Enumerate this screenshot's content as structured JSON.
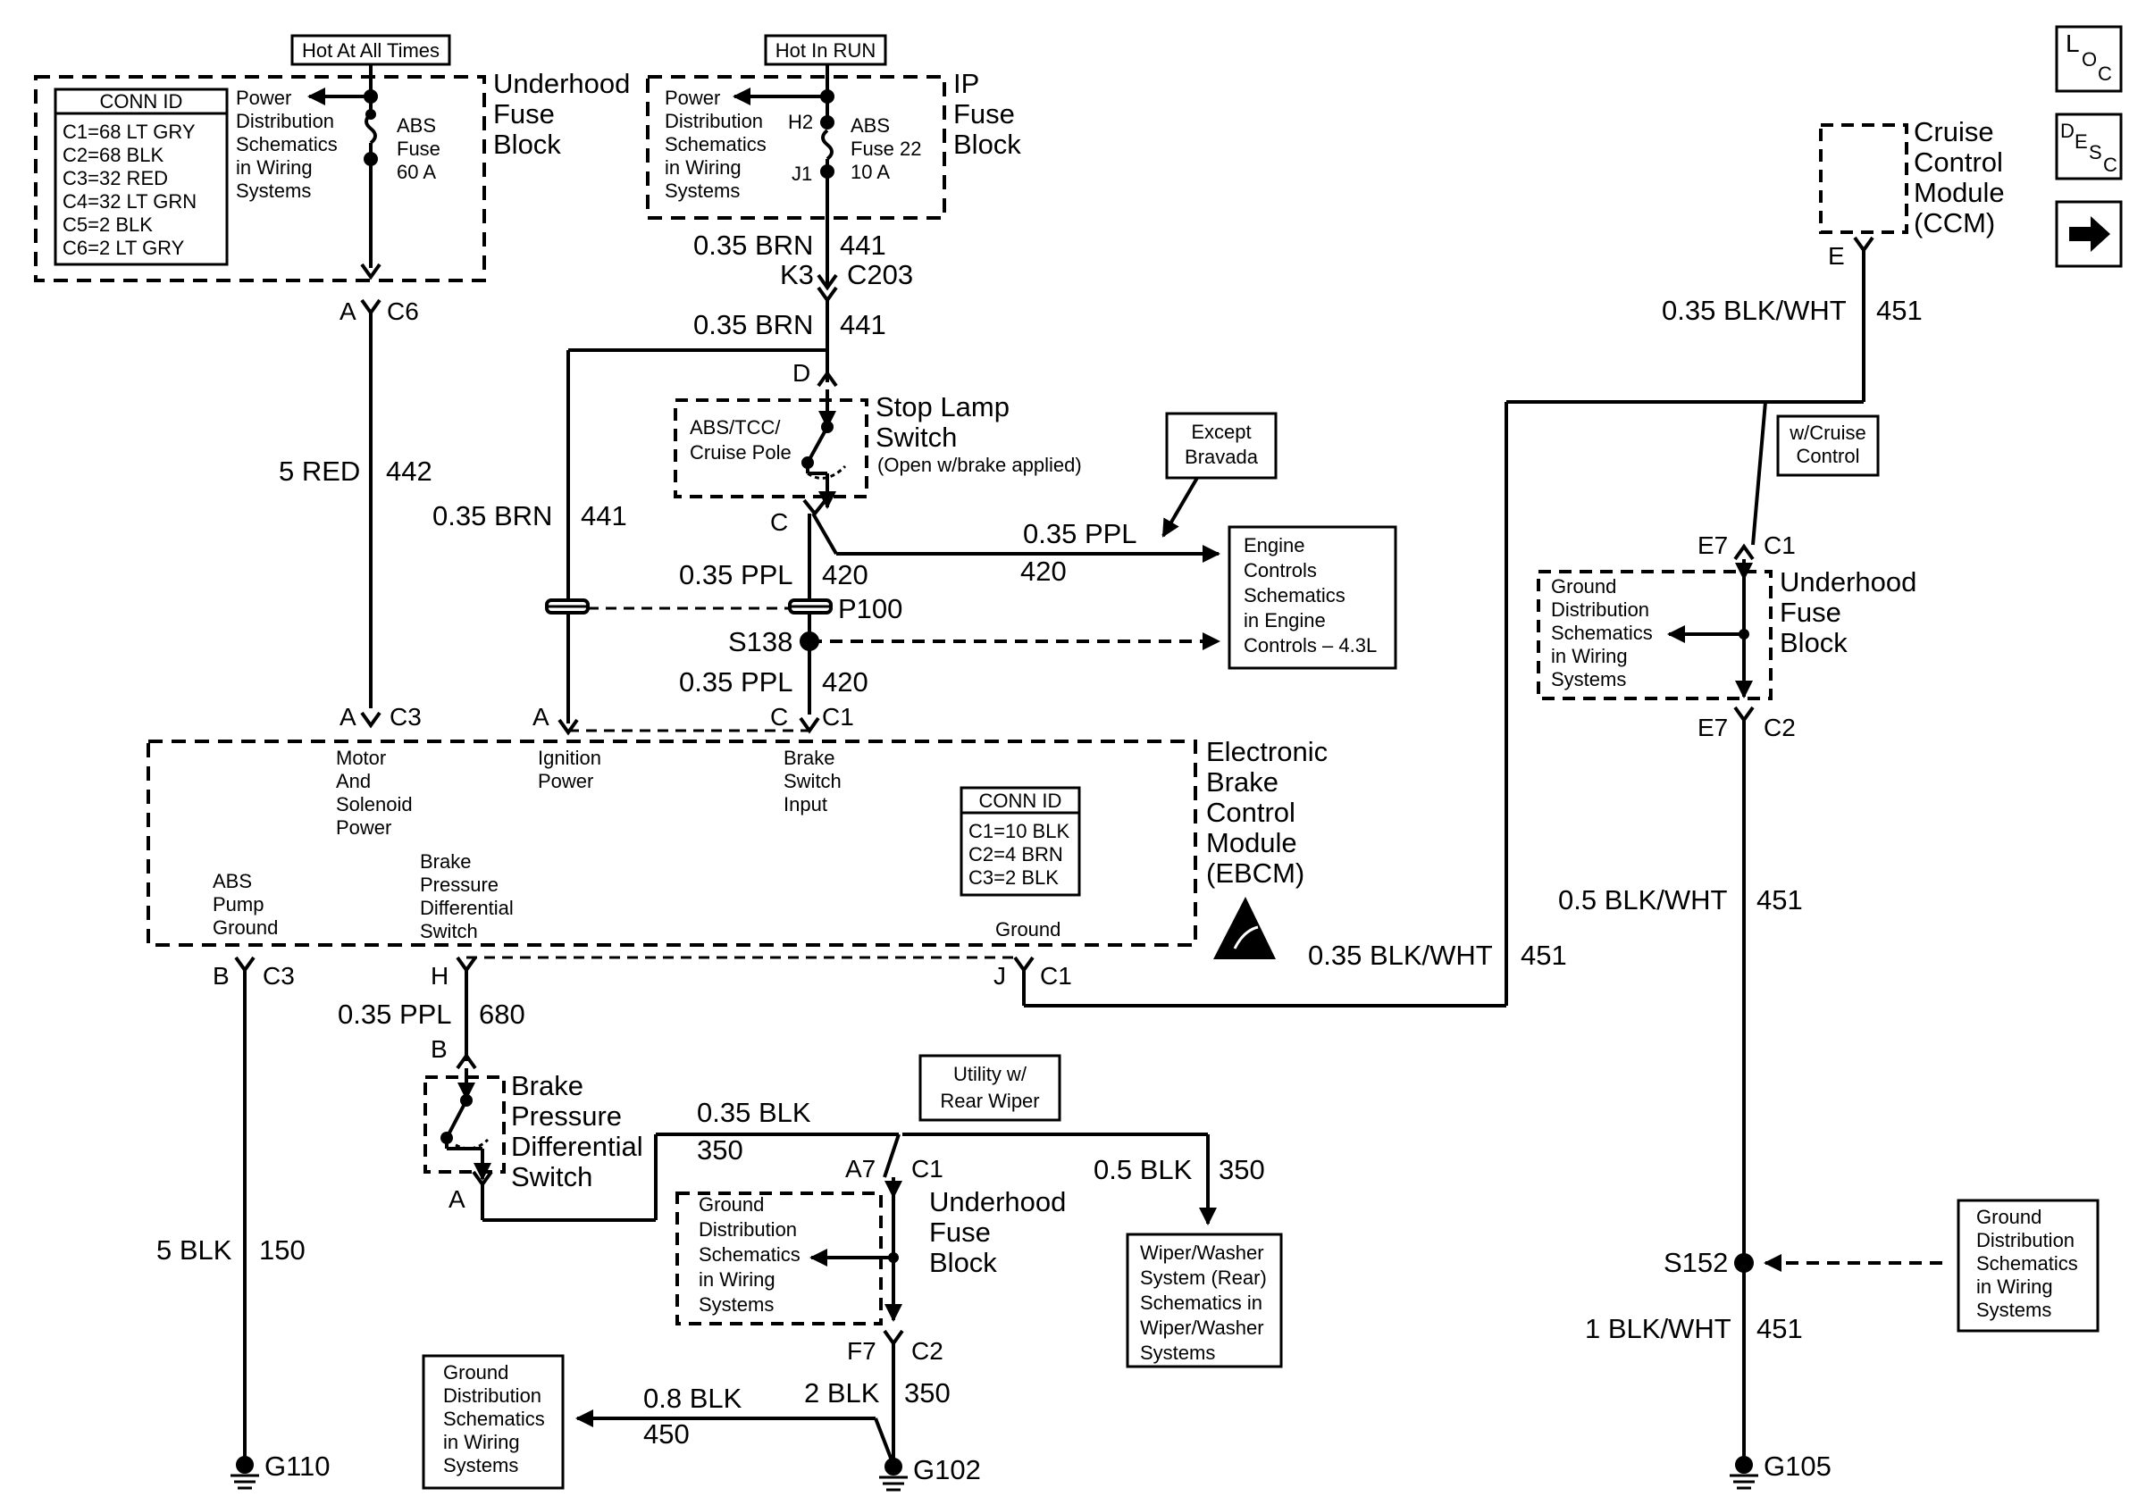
{
  "boxes": {
    "hot_always": "Hot At All Times",
    "hot_run": "Hot In RUN",
    "except_bravada": [
      "Except",
      "Bravada"
    ],
    "w_cruise": [
      "w/Cruise",
      "Control"
    ],
    "utility_wiper": [
      "Utility w/",
      "Rear Wiper"
    ],
    "engine_ref": [
      "Engine",
      "Controls",
      "Schematics",
      "in Engine",
      "Controls – 4.3L"
    ],
    "wiper_ref": [
      "Wiper/Washer",
      "System (Rear)",
      "Schematics in",
      "Wiper/Washer",
      "Systems"
    ],
    "ground_ref_bottom": [
      "Ground",
      "Distribution",
      "Schematics",
      "in Wiring",
      "Systems"
    ],
    "ground_ref_right": [
      "Ground",
      "Distribution",
      "Schematics",
      "in Wiring",
      "Systems"
    ]
  },
  "underhood_fuse_top": {
    "conn_id_title": "CONN ID",
    "conn_ids": [
      "C1=68 LT GRY",
      "C2=68 BLK",
      "C3=32 RED",
      "C4=32 LT GRN",
      "C5=2 BLK",
      "C6=2 LT GRY"
    ],
    "power_ref": [
      "Power",
      "Distribution",
      "Schematics",
      "in Wiring",
      "Systems"
    ],
    "fuse": [
      "ABS",
      "Fuse",
      "60 A"
    ],
    "title": [
      "Underhood",
      "Fuse",
      "Block"
    ],
    "conn": [
      "A",
      "C6"
    ]
  },
  "ip_fuse": {
    "power_ref": [
      "Power",
      "Distribution",
      "Schematics",
      "in Wiring",
      "Systems"
    ],
    "pins": [
      "H2",
      "J1"
    ],
    "fuse": [
      "ABS",
      "Fuse 22",
      "10 A"
    ],
    "title": [
      "IP",
      "Fuse",
      "Block"
    ]
  },
  "wires": {
    "brn_1": [
      "0.35 BRN",
      "441"
    ],
    "c203": [
      "K3",
      "C203"
    ],
    "brn_2": [
      "0.35 BRN",
      "441"
    ],
    "red_442": [
      "5 RED",
      "442"
    ],
    "brn_3": [
      "0.35 BRN",
      "441"
    ],
    "ppl_1": [
      "0.35 PPL",
      "420"
    ],
    "ppl_2": [
      "0.35 PPL",
      "420"
    ],
    "ppl_engine": [
      "0.35 PPL",
      "420"
    ],
    "blkwht_ccm": [
      "0.35 BLK/WHT",
      "451"
    ],
    "blkwht_ebcm": [
      "0.35 BLK/WHT",
      "451"
    ],
    "blkwht_05": [
      "0.5 BLK/WHT",
      "451"
    ],
    "blkwht_1": [
      "1 BLK/WHT",
      "451"
    ],
    "ppl_680": [
      "0.35 PPL",
      "680"
    ],
    "blk_150": [
      "5 BLK",
      "150"
    ],
    "blk_350a": [
      "0.35 BLK",
      "350"
    ],
    "blk_350b": [
      "0.5 BLK",
      "350"
    ],
    "blk_350c": [
      "2 BLK",
      "350"
    ],
    "blk_450": [
      "0.8 BLK",
      "450"
    ]
  },
  "stop_lamp": {
    "pin_top": "D",
    "pin_bottom": "C",
    "pole_label": [
      "ABS/TCC/",
      "Cruise Pole"
    ],
    "title": [
      "Stop Lamp",
      "Switch"
    ],
    "note": "(Open w/brake applied)"
  },
  "splices": {
    "p100": "P100",
    "s138": "S138",
    "s152": "S152"
  },
  "ebcm": {
    "conn_a_c3": [
      "A",
      "C3"
    ],
    "conn_a": "A",
    "conn_c_c1": [
      "C",
      "C1"
    ],
    "conn_b_c3": [
      "B",
      "C3"
    ],
    "conn_h": "H",
    "conn_j_c1": [
      "J",
      "C1"
    ],
    "motor": [
      "Motor",
      "And",
      "Solenoid",
      "Power"
    ],
    "ignition": [
      "Ignition",
      "Power"
    ],
    "brake_switch": [
      "Brake",
      "Switch",
      "Input"
    ],
    "abs_pump": [
      "ABS",
      "Pump",
      "Ground"
    ],
    "pressure_switch": [
      "Brake",
      "Pressure",
      "Differential",
      "Switch"
    ],
    "ground": "Ground",
    "conn_id_title": "CONN ID",
    "conn_ids": [
      "C1=10 BLK",
      "C2=4 BRN",
      "C3=2 BLK"
    ],
    "title": [
      "Electronic",
      "Brake",
      "Control",
      "Module",
      "(EBCM)"
    ]
  },
  "ccm": {
    "title": [
      "Cruise",
      "Control",
      "Module",
      "(CCM)"
    ],
    "pin": "E"
  },
  "uh_right": {
    "top_conn": [
      "E7",
      "C1"
    ],
    "bottom_conn": [
      "E7",
      "C2"
    ],
    "title": [
      "Underhood",
      "Fuse",
      "Block"
    ],
    "ref": [
      "Ground",
      "Distribution",
      "Schematics",
      "in Wiring",
      "Systems"
    ]
  },
  "uh_bottom": {
    "top_conn": [
      "A7",
      "C1"
    ],
    "bottom_conn": [
      "F7",
      "C2"
    ],
    "title": [
      "Underhood",
      "Fuse",
      "Block"
    ],
    "ref": [
      "Ground",
      "Distribution",
      "Schematics",
      "in Wiring",
      "Systems"
    ]
  },
  "bpd_switch": {
    "pin_top": "B",
    "pin_bottom": "A",
    "title": [
      "Brake",
      "Pressure",
      "Differential",
      "Switch"
    ]
  },
  "grounds": [
    "G110",
    "G102",
    "G105"
  ],
  "nav": {
    "loc": [
      "L",
      "O",
      "C"
    ],
    "desc": [
      "D",
      "E",
      "S",
      "C"
    ]
  }
}
